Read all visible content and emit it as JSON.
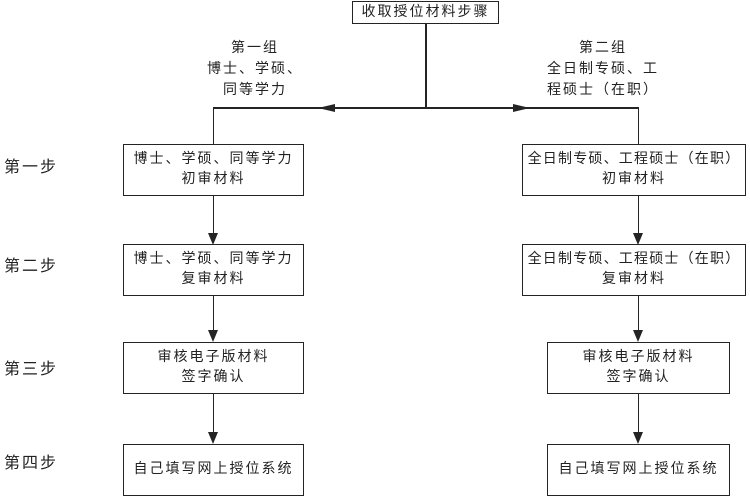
{
  "appearance": {
    "background": "#ffffff",
    "ink": "#242424"
  },
  "flowchart": {
    "title": "收取授位材料步骤",
    "group_left": {
      "name": "第一组",
      "line1": "博士、学硕、",
      "line2": "同等学力"
    },
    "group_right": {
      "name": "第二组",
      "line1": "全日制专硕、工",
      "line2": "程硕士（在职）"
    },
    "step_labels": [
      "第一步",
      "第二步",
      "第三步",
      "第四步"
    ],
    "left_boxes": [
      {
        "line1": "博士、学硕、同等学力",
        "line2": "初审材料"
      },
      {
        "line1": "博士、学硕、同等学力",
        "line2": "复审材料"
      },
      {
        "line1": "审核电子版材料",
        "line2": "签字确认"
      },
      {
        "line1": "自己填写网上授位系统",
        "line2": ""
      }
    ],
    "right_boxes": [
      {
        "line1": "全日制专硕、工程硕士（在职）",
        "line2": "初审材料"
      },
      {
        "line1": "全日制专硕、工程硕士（在职）",
        "line2": "复审材料"
      },
      {
        "line1": "审核电子版材料",
        "line2": "签字确认"
      },
      {
        "line1": "自己填写网上授位系统",
        "line2": ""
      }
    ]
  }
}
